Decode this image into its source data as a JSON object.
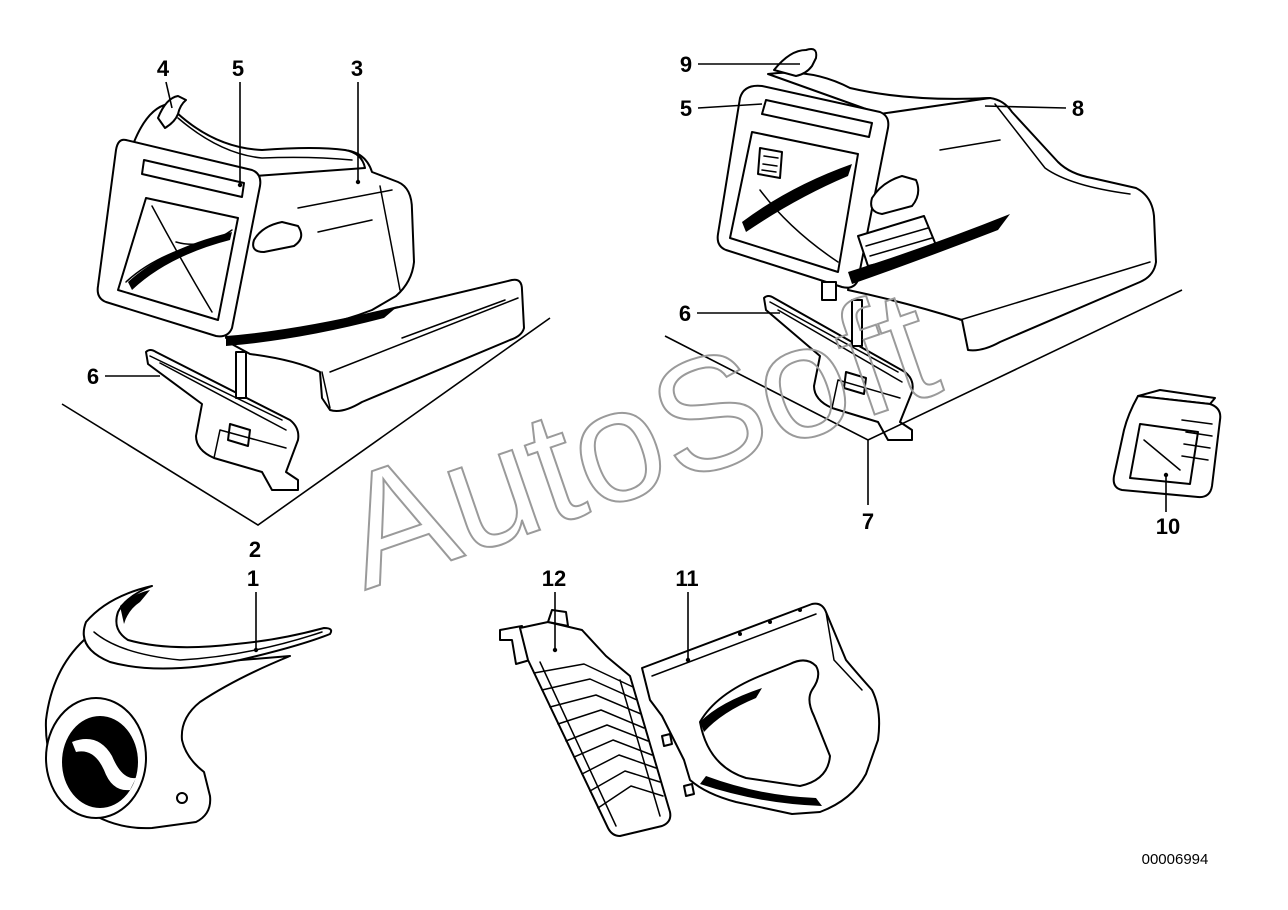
{
  "colors": {
    "line": "#000000",
    "background": "#ffffff",
    "watermark": "#9a9a9a"
  },
  "left_assembly": {
    "group_label": "2",
    "callouts": [
      "4",
      "5",
      "3",
      "6"
    ]
  },
  "right_assembly": {
    "group_label": "7",
    "callouts": [
      "9",
      "5",
      "8",
      "6"
    ]
  },
  "separate_parts": {
    "callouts": [
      "1",
      "10",
      "12",
      "11"
    ]
  },
  "drawing_number": "00006994",
  "watermark": "AutoSoft"
}
